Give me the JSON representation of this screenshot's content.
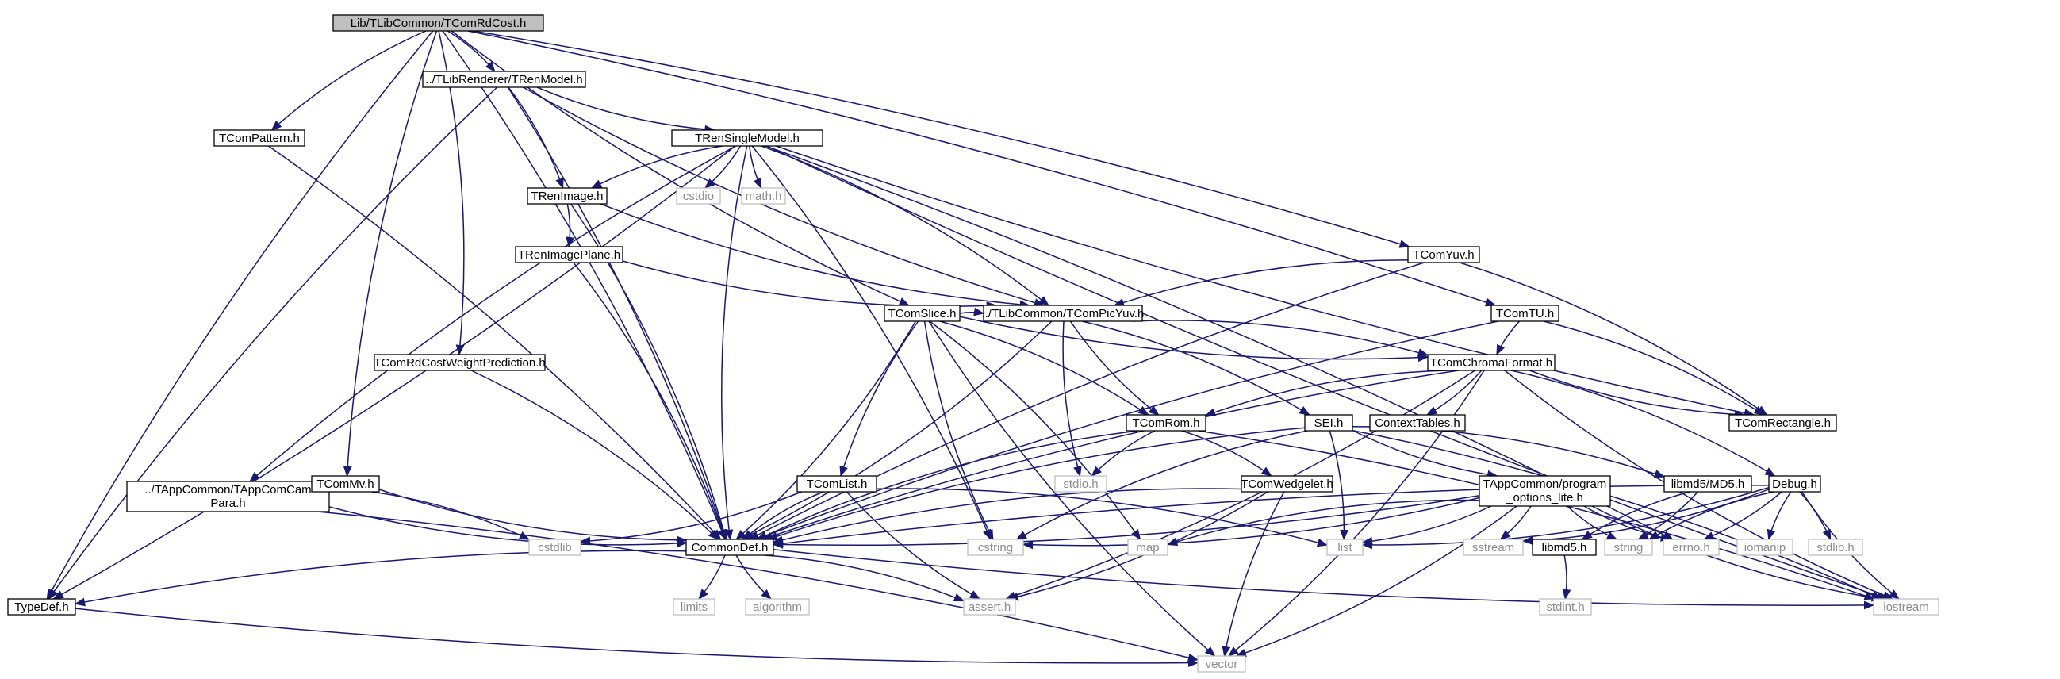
{
  "nodes": [
    {
      "id": "root",
      "label": "Lib/TLibCommon/TComRdCost.h",
      "kind": "root"
    },
    {
      "id": "renmodel",
      "label": "../TLibRenderer/TRenModel.h",
      "kind": "int"
    },
    {
      "id": "pattern",
      "label": "TComPattern.h",
      "kind": "int"
    },
    {
      "id": "rensingle",
      "label": "TRenSingleModel.h",
      "kind": "int"
    },
    {
      "id": "renimage",
      "label": "TRenImage.h",
      "kind": "int"
    },
    {
      "id": "cstdio",
      "label": "cstdio",
      "kind": "ext"
    },
    {
      "id": "math",
      "label": "math.h",
      "kind": "ext"
    },
    {
      "id": "renimageplane",
      "label": "TRenImagePlane.h",
      "kind": "int"
    },
    {
      "id": "comyuv",
      "label": "TComYuv.h",
      "kind": "int"
    },
    {
      "id": "comslice",
      "label": "TComSlice.h",
      "kind": "int"
    },
    {
      "id": "compicyuv",
      "label": "../TLibCommon/TComPicYuv.h",
      "kind": "int"
    },
    {
      "id": "comtu",
      "label": "TComTU.h",
      "kind": "int"
    },
    {
      "id": "weightpred",
      "label": "TComRdCostWeightPrediction.h",
      "kind": "int"
    },
    {
      "id": "chroma",
      "label": "TComChromaFormat.h",
      "kind": "int"
    },
    {
      "id": "comrom",
      "label": "TComRom.h",
      "kind": "int"
    },
    {
      "id": "sei",
      "label": "SEI.h",
      "kind": "int"
    },
    {
      "id": "contexttables",
      "label": "ContextTables.h",
      "kind": "int"
    },
    {
      "id": "comrect",
      "label": "TComRectangle.h",
      "kind": "int"
    },
    {
      "id": "campara1",
      "label": "../TAppCommon/TAppComCam",
      "label2": "Para.h",
      "kind": "int"
    },
    {
      "id": "commv",
      "label": "TComMv.h",
      "kind": "int"
    },
    {
      "id": "comlist",
      "label": "TComList.h",
      "kind": "int"
    },
    {
      "id": "stdioh",
      "label": "stdio.h",
      "kind": "ext"
    },
    {
      "id": "wedgelet",
      "label": "TComWedgelet.h",
      "kind": "int"
    },
    {
      "id": "progopts",
      "label": "TAppCommon/program",
      "label2": "_options_lite.h",
      "kind": "int"
    },
    {
      "id": "md5dir",
      "label": "libmd5/MD5.h",
      "kind": "int"
    },
    {
      "id": "debug",
      "label": "Debug.h",
      "kind": "int"
    },
    {
      "id": "cstdlib",
      "label": "cstdlib",
      "kind": "ext"
    },
    {
      "id": "commondef",
      "label": "CommonDef.h",
      "kind": "int"
    },
    {
      "id": "cstring",
      "label": "cstring",
      "kind": "ext"
    },
    {
      "id": "map",
      "label": "map",
      "kind": "ext"
    },
    {
      "id": "list",
      "label": "list",
      "kind": "ext"
    },
    {
      "id": "sstream",
      "label": "sstream",
      "kind": "ext"
    },
    {
      "id": "libmd5",
      "label": "libmd5.h",
      "kind": "int"
    },
    {
      "id": "string",
      "label": "string",
      "kind": "ext"
    },
    {
      "id": "errno",
      "label": "errno.h",
      "kind": "ext"
    },
    {
      "id": "iomanip",
      "label": "iomanip",
      "kind": "ext"
    },
    {
      "id": "stdlib",
      "label": "stdlib.h",
      "kind": "ext"
    },
    {
      "id": "typedef",
      "label": "TypeDef.h",
      "kind": "int"
    },
    {
      "id": "limits",
      "label": "limits",
      "kind": "ext"
    },
    {
      "id": "algorithm",
      "label": "algorithm",
      "kind": "ext"
    },
    {
      "id": "assert",
      "label": "assert.h",
      "kind": "ext"
    },
    {
      "id": "iostream",
      "label": "iostream",
      "kind": "ext"
    },
    {
      "id": "stdint",
      "label": "stdint.h",
      "kind": "ext"
    },
    {
      "id": "vector",
      "label": "vector",
      "kind": "ext"
    }
  ],
  "edges": [
    [
      "root",
      "renmodel"
    ],
    [
      "root",
      "pattern"
    ],
    [
      "root",
      "comyuv"
    ],
    [
      "root",
      "comslice"
    ],
    [
      "root",
      "weightpred"
    ],
    [
      "root",
      "commv"
    ],
    [
      "root",
      "commondef"
    ],
    [
      "root",
      "typedef"
    ],
    [
      "root",
      "comtu"
    ],
    [
      "renmodel",
      "rensingle"
    ],
    [
      "renmodel",
      "renimage"
    ],
    [
      "renmodel",
      "compicyuv"
    ],
    [
      "renmodel",
      "commondef"
    ],
    [
      "renmodel",
      "typedef"
    ],
    [
      "pattern",
      "commondef"
    ],
    [
      "rensingle",
      "renimage"
    ],
    [
      "rensingle",
      "cstdio"
    ],
    [
      "rensingle",
      "math"
    ],
    [
      "rensingle",
      "compicyuv"
    ],
    [
      "rensingle",
      "commondef"
    ],
    [
      "rensingle",
      "cstring"
    ],
    [
      "rensingle",
      "campara1"
    ],
    [
      "rensingle",
      "typedef"
    ],
    [
      "rensingle",
      "comrect"
    ],
    [
      "rensingle",
      "errno"
    ],
    [
      "rensingle",
      "iostream"
    ],
    [
      "renimage",
      "renimageplane"
    ],
    [
      "renimage",
      "compicyuv"
    ],
    [
      "renimage",
      "commondef"
    ],
    [
      "renimageplane",
      "compicyuv"
    ],
    [
      "renimageplane",
      "commondef"
    ],
    [
      "comyuv",
      "compicyuv"
    ],
    [
      "comyuv",
      "comrect"
    ],
    [
      "comyuv",
      "commondef"
    ],
    [
      "comslice",
      "compicyuv"
    ],
    [
      "comslice",
      "chroma"
    ],
    [
      "comslice",
      "comrom"
    ],
    [
      "comslice",
      "comlist"
    ],
    [
      "comslice",
      "commondef"
    ],
    [
      "comslice",
      "cstring"
    ],
    [
      "comslice",
      "map"
    ],
    [
      "comslice",
      "vector"
    ],
    [
      "compicyuv",
      "chroma"
    ],
    [
      "compicyuv",
      "comrom"
    ],
    [
      "compicyuv",
      "sei"
    ],
    [
      "compicyuv",
      "stdioh"
    ],
    [
      "compicyuv",
      "commondef"
    ],
    [
      "comtu",
      "chroma"
    ],
    [
      "comtu",
      "comrect"
    ],
    [
      "comtu",
      "commondef"
    ],
    [
      "weightpred",
      "commondef"
    ],
    [
      "chroma",
      "comrom"
    ],
    [
      "chroma",
      "contexttables"
    ],
    [
      "chroma",
      "comrect"
    ],
    [
      "chroma",
      "debug"
    ],
    [
      "chroma",
      "commondef"
    ],
    [
      "chroma",
      "assert"
    ],
    [
      "chroma",
      "iostream"
    ],
    [
      "chroma",
      "vector"
    ],
    [
      "comrom",
      "stdioh"
    ],
    [
      "comrom",
      "wedgelet"
    ],
    [
      "comrom",
      "commondef"
    ],
    [
      "comrom",
      "iostream"
    ],
    [
      "sei",
      "progopts"
    ],
    [
      "sei",
      "md5dir"
    ],
    [
      "sei",
      "commondef"
    ],
    [
      "sei",
      "list"
    ],
    [
      "sei",
      "cstring"
    ],
    [
      "sei",
      "iostream"
    ],
    [
      "campara1",
      "commondef"
    ],
    [
      "campara1",
      "vector"
    ],
    [
      "commv",
      "commondef"
    ],
    [
      "commv",
      "cstdlib"
    ],
    [
      "comlist",
      "commondef"
    ],
    [
      "comlist",
      "list"
    ],
    [
      "comlist",
      "assert"
    ],
    [
      "comlist",
      "cstdlib"
    ],
    [
      "wedgelet",
      "commondef"
    ],
    [
      "wedgelet",
      "assert"
    ],
    [
      "wedgelet",
      "vector"
    ],
    [
      "progopts",
      "commondef"
    ],
    [
      "progopts",
      "iostream"
    ],
    [
      "progopts",
      "sstream"
    ],
    [
      "progopts",
      "string"
    ],
    [
      "progopts",
      "list"
    ],
    [
      "progopts",
      "map"
    ],
    [
      "progopts",
      "vector"
    ],
    [
      "progopts",
      "errno"
    ],
    [
      "progopts",
      "cstring"
    ],
    [
      "md5dir",
      "libmd5"
    ],
    [
      "md5dir",
      "string"
    ],
    [
      "debug",
      "commondef"
    ],
    [
      "debug",
      "sstream"
    ],
    [
      "debug",
      "string"
    ],
    [
      "debug",
      "list"
    ],
    [
      "debug",
      "iomanip"
    ],
    [
      "debug",
      "stdlib"
    ],
    [
      "debug",
      "iostream"
    ],
    [
      "debug",
      "errno"
    ],
    [
      "commondef",
      "typedef"
    ],
    [
      "commondef",
      "limits"
    ],
    [
      "commondef",
      "algorithm"
    ],
    [
      "commondef",
      "assert"
    ],
    [
      "commondef",
      "iostream"
    ],
    [
      "libmd5",
      "stdint"
    ],
    [
      "typedef",
      "vector"
    ]
  ]
}
